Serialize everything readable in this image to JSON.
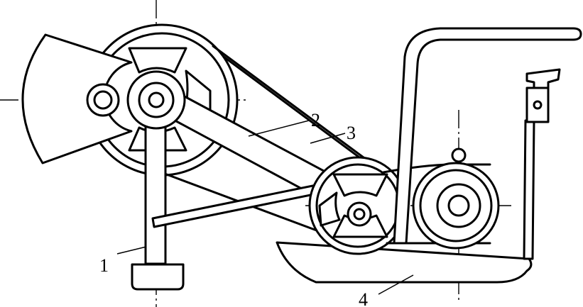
{
  "labels": {
    "leg": "1",
    "link_rod": "2",
    "belt": "3",
    "base_plate": "4"
  }
}
